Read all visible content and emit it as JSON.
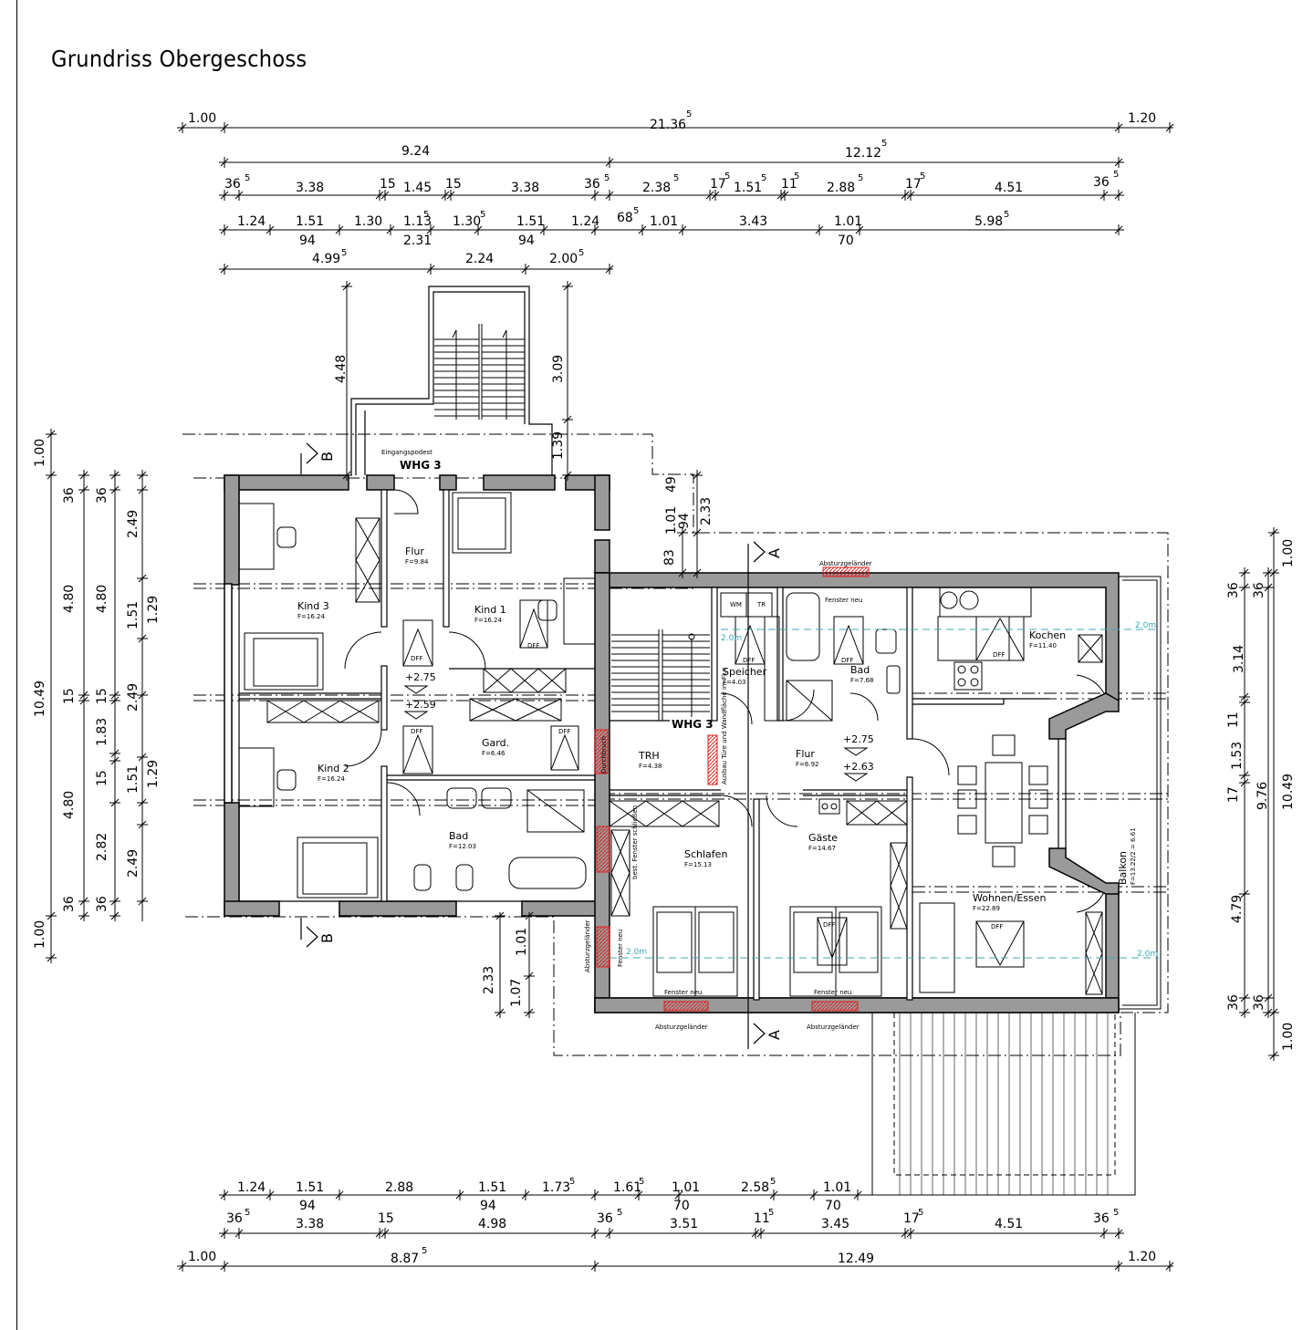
{
  "title": "Grundriss Obergeschoss",
  "units": {
    "sup": "5"
  },
  "dimensions": {
    "top_total": [
      "1.00",
      "21.36",
      "1.20"
    ],
    "top_split": [
      "9.24",
      "12.12"
    ],
    "top_wall_row_left": [
      "36",
      "3.38",
      "15",
      "1.45",
      "15",
      "3.38",
      "36"
    ],
    "top_wall_row_right": [
      "2.38",
      "17",
      "1.51",
      "11",
      "2.88",
      "17",
      "4.51",
      "36"
    ],
    "top_openings_row_left": [
      "1.24",
      "1.51",
      "1.30",
      "1.13",
      "1.30",
      "1.51",
      "1.24"
    ],
    "top_openings_row_heights_left": [
      "94",
      "2.31",
      "94"
    ],
    "top_openings_row_right": [
      "68",
      "1.01",
      "3.43",
      "1.01",
      "5.98"
    ],
    "top_openings_row_heights_right": [
      "70"
    ],
    "stair_row": [
      "4.99",
      "2.24",
      "2.00"
    ],
    "stair_vertical": [
      "4.48",
      "3.09",
      "1.39"
    ],
    "left_outer": [
      "1.00",
      "10.49",
      "1.00"
    ],
    "left_mid": [
      "36",
      "4.80",
      "15",
      "4.80",
      "36"
    ],
    "left_mid2": [
      "36",
      "4.80",
      "15",
      "1.83",
      "15",
      "2.82",
      "36"
    ],
    "left_inner": [
      "2.49",
      "1.51",
      "2.49",
      "1.51",
      "2.49"
    ],
    "left_inner2": [
      "1.29",
      "1.29"
    ],
    "center_vertical_top": [
      "1.01",
      "94",
      "49",
      "2.33",
      "83"
    ],
    "center_vertical_bottom": [
      "1.01",
      "2.33",
      "1.07"
    ],
    "right_outer": [
      "1.00",
      "10.49",
      "1.00"
    ],
    "right_mid": [
      "36",
      "3.14",
      "11",
      "1.53",
      "17",
      "4.79",
      "36"
    ],
    "right_mid2": [
      "36",
      "9.76",
      "36"
    ],
    "bottom_openings_left": [
      "1.24",
      "1.51",
      "2.88",
      "1.51",
      "1.73"
    ],
    "bottom_openings_heights_left": [
      "94",
      "94"
    ],
    "bottom_openings_right": [
      "1.61",
      "1.01",
      "2.58",
      "1.01"
    ],
    "bottom_openings_heights_right": [
      "70",
      "70"
    ],
    "bottom_wall_row_left": [
      "36",
      "3.38",
      "15",
      "4.98"
    ],
    "bottom_wall_row_right": [
      "36",
      "3.51",
      "11",
      "3.45",
      "17",
      "4.51",
      "36"
    ],
    "bottom_total": [
      "1.00",
      "8.87",
      "12.49",
      "1.20"
    ]
  },
  "rooms": [
    {
      "name": "Kind 3",
      "area": "F=16.24"
    },
    {
      "name": "Flur",
      "area": "F=9.84"
    },
    {
      "name": "Kind 1",
      "area": "F=16.24"
    },
    {
      "name": "Kind 2",
      "area": "F=16.24"
    },
    {
      "name": "Gard.",
      "area": "F=6.46"
    },
    {
      "name": "Bad",
      "area": "F=12.03"
    },
    {
      "name": "TRH",
      "area": "F=4.38"
    },
    {
      "name": "Speicher",
      "area": "F=4.03"
    },
    {
      "name": "Bad",
      "area": "F=7.68"
    },
    {
      "name": "Flur",
      "area": "F=6.92"
    },
    {
      "name": "Kochen",
      "area": "F=11.40"
    },
    {
      "name": "Schlafen",
      "area": "F=15.13"
    },
    {
      "name": "Gäste",
      "area": "F=14.67"
    },
    {
      "name": "Wohnen/Essen",
      "area": "F=22.89"
    },
    {
      "name": "Balkon",
      "area": "F=13.22/2 = 6.61"
    }
  ],
  "labels": {
    "eingang": "Eingangspodest",
    "whg": "WHG 3",
    "whg2": "WHG 3",
    "level_275_a": "+2.75",
    "level_259": "+2.59",
    "level_275_b": "+2.75",
    "level_263": "+2.63",
    "dff": "DFF",
    "absturz": "Absturzgeländer",
    "fenster_neu": "Fenster neu",
    "durchbruch": "Durchbruch",
    "best_fenster": "best. Fenster schließen",
    "ausbau": "Ausbau Türe und Wandfläche im Flur",
    "height_line": "2.0m",
    "wm": "WM",
    "tr": "TR",
    "section_a": "A",
    "section_b": "B"
  }
}
